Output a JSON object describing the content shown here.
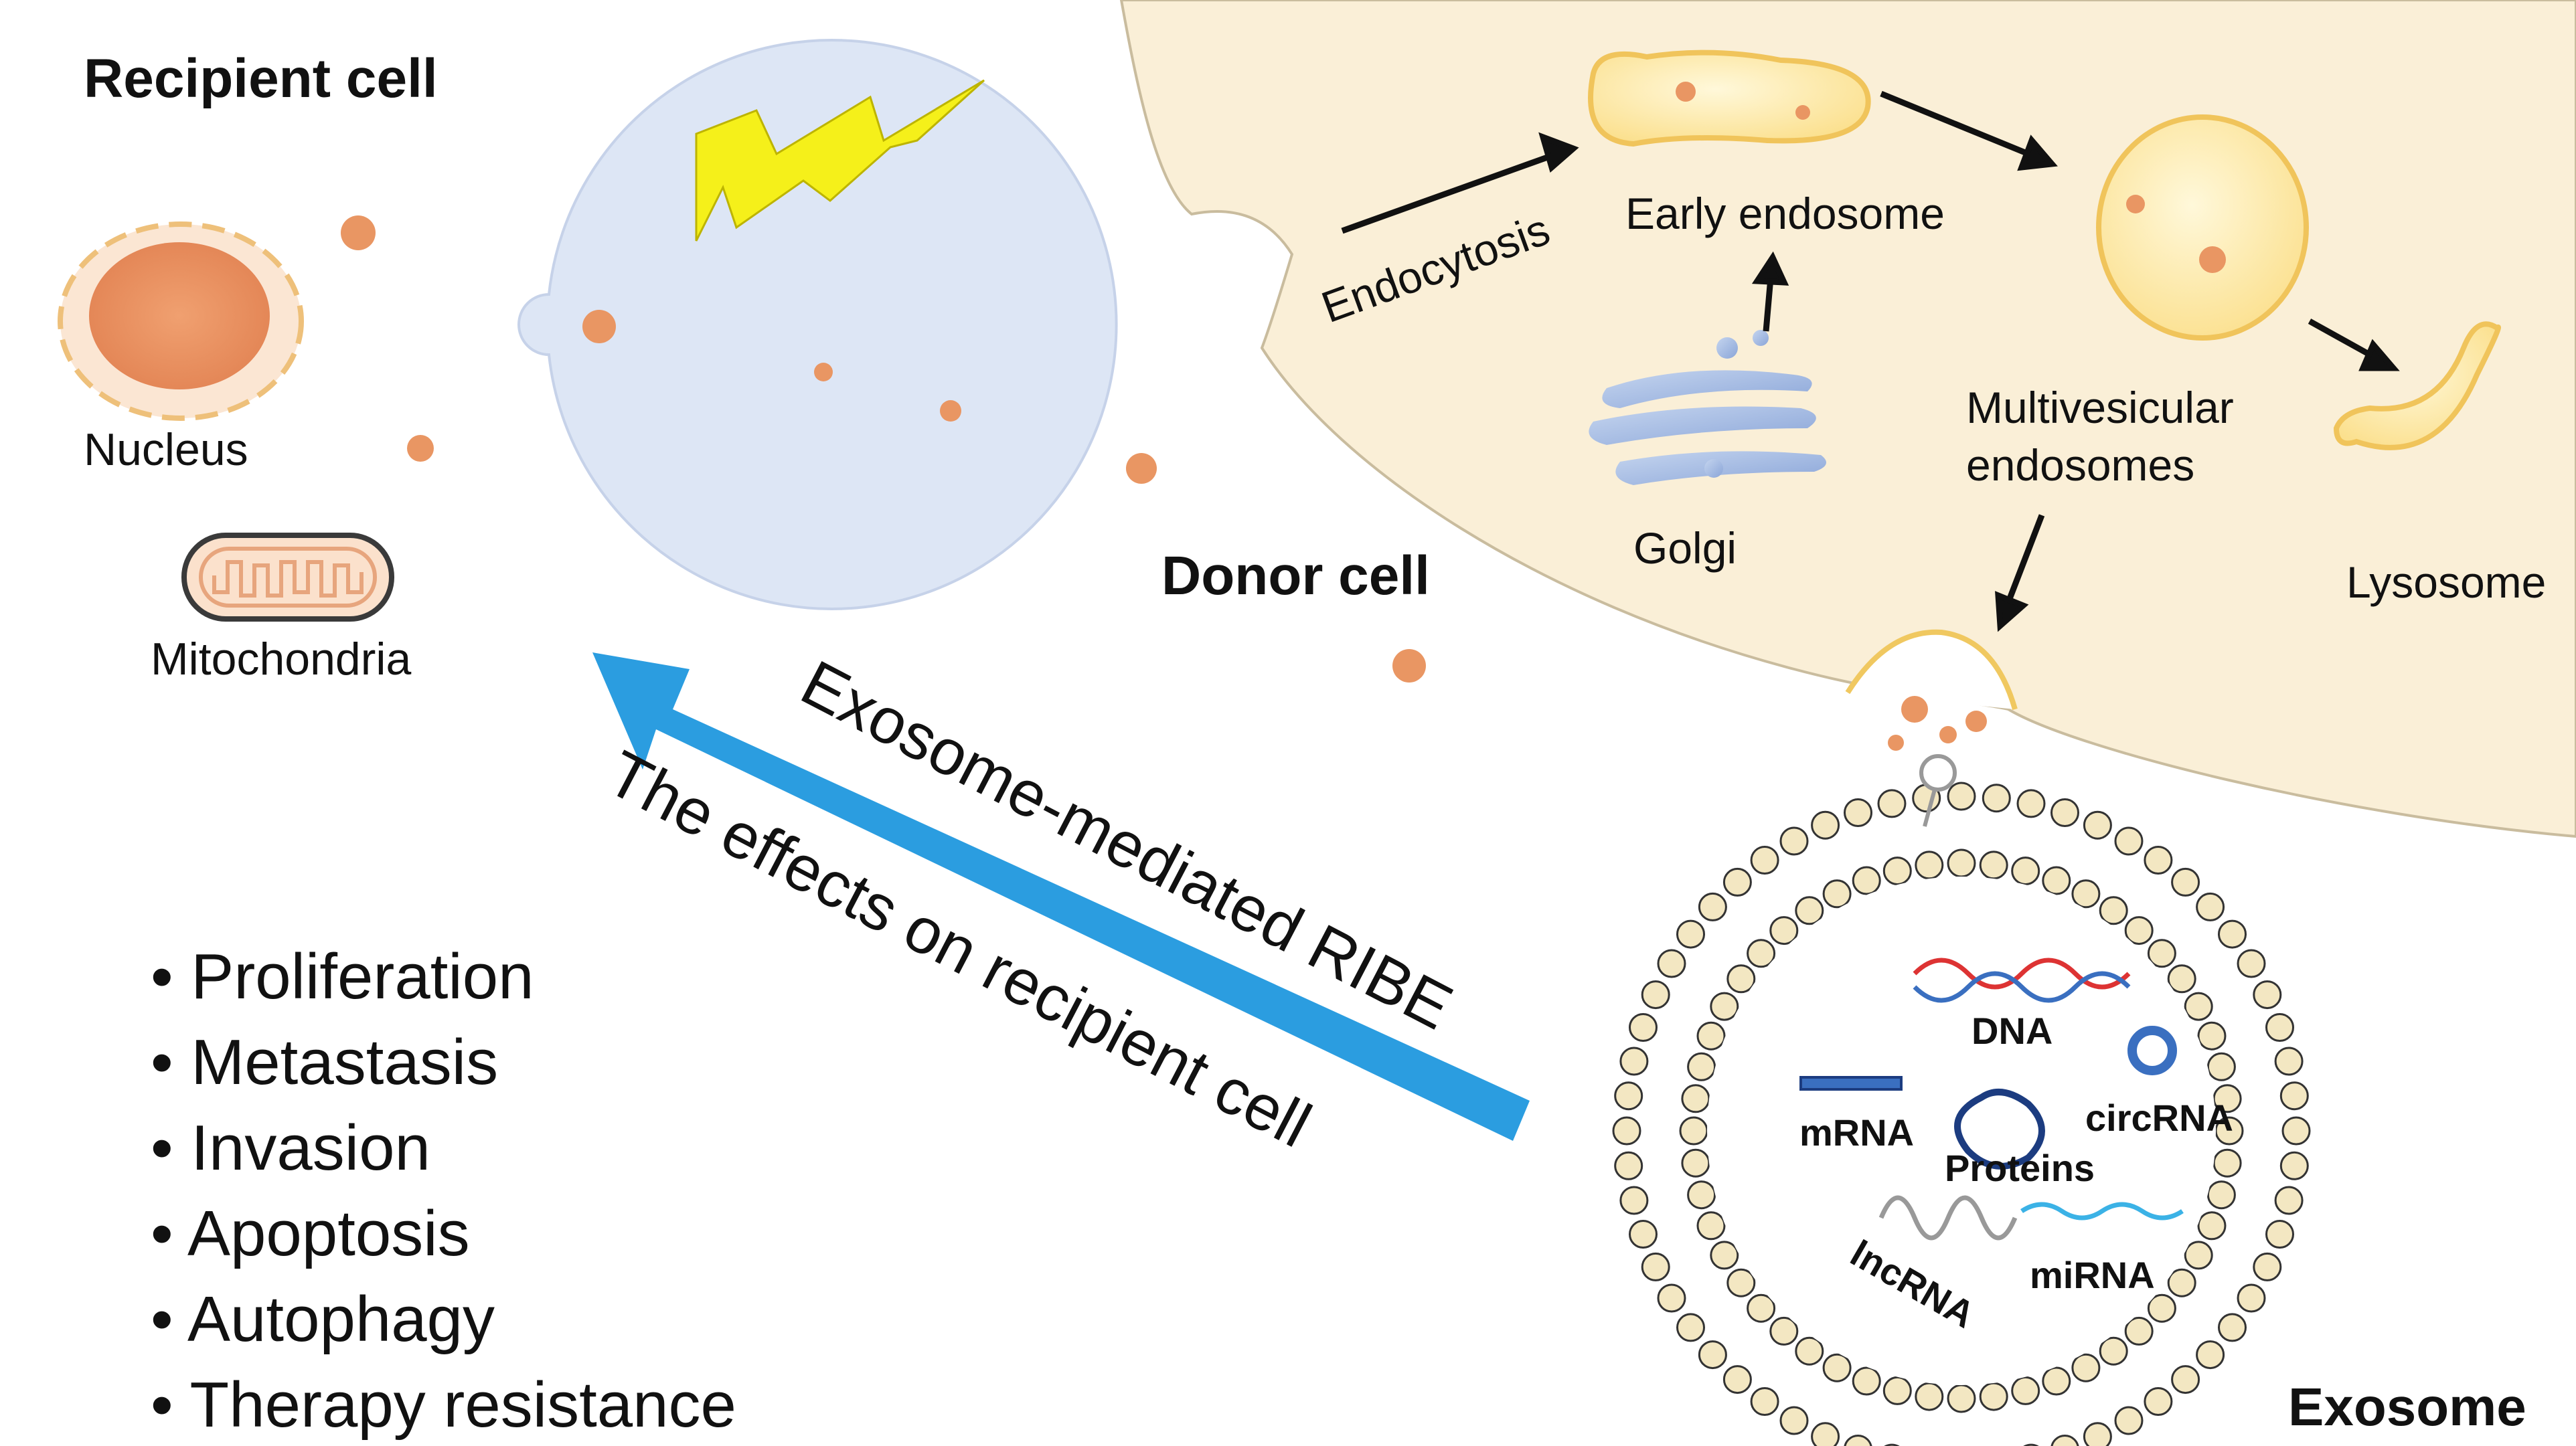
{
  "recipient": {
    "title": "Recipient cell",
    "nucleus": "Nucleus",
    "mitochondria": "Mitochondria"
  },
  "donor": {
    "title": "Donor cell",
    "endocytosis": "Endocytosis",
    "early_endosome": "Early endosome",
    "golgi": "Golgi",
    "mve_line1": "Multivesicular",
    "mve_line2": "endosomes",
    "lysosome": "Lysosome"
  },
  "arrow": {
    "line1": "Exosome-mediated RIBE",
    "line2": "The effects on recipient cell"
  },
  "effects": [
    "Proliferation",
    "Metastasis",
    "Invasion",
    "Apoptosis",
    "Autophagy",
    "Therapy resistance"
  ],
  "exosome": {
    "title": "Exosome",
    "dna": "DNA",
    "mrna": "mRNA",
    "circrna": "circRNA",
    "proteins": "Proteins",
    "lncrna": "lncRNA",
    "mirna": "miRNA"
  },
  "colors": {
    "recipient_fill": "#dde6f5",
    "donor_fill": "#faefd7",
    "nucleus": "#e8935d",
    "vesicle": "#f4d06a",
    "particle": "#e99663",
    "arrow_blue": "#2b9de0",
    "lightning": "#f5f01a"
  }
}
